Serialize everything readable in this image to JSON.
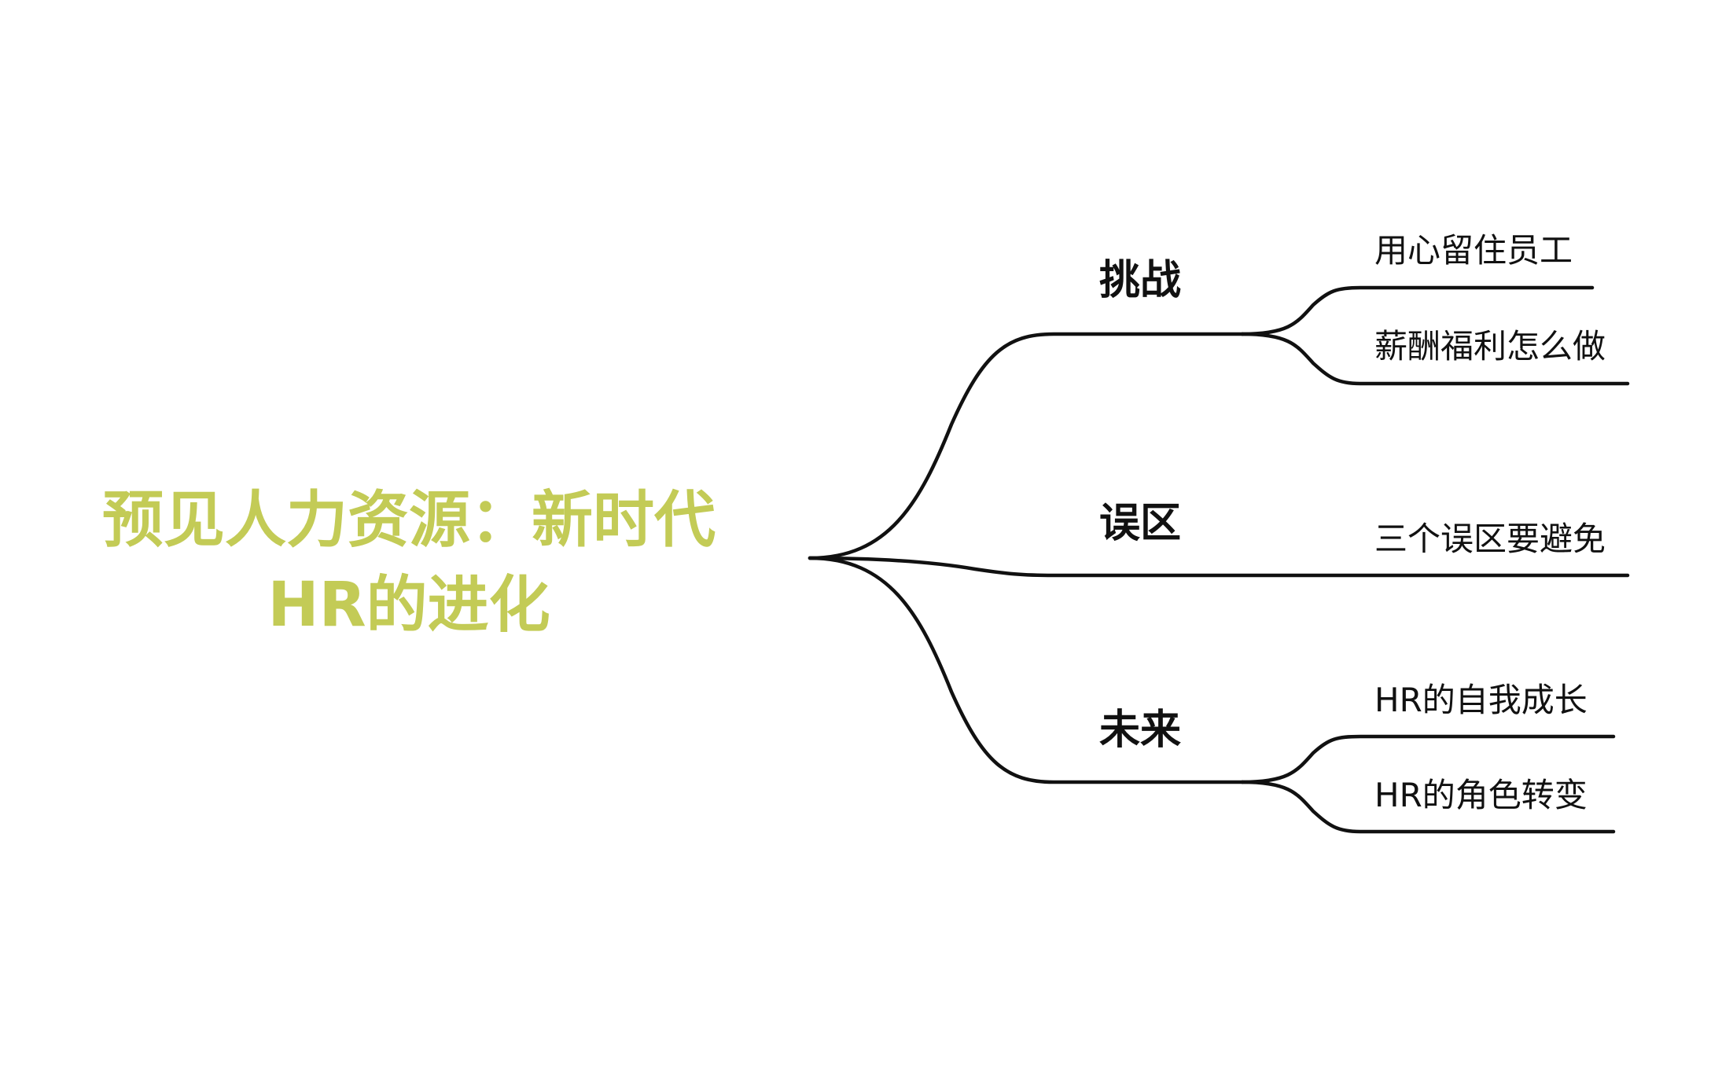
{
  "colors": {
    "title": "#c3cb56",
    "line": "#111111",
    "text": "#111111",
    "background": "#ffffff"
  },
  "root": {
    "title_line1": "预见人力资源：新时代",
    "title_line2": "HR的进化"
  },
  "branches": [
    {
      "label": "挑战",
      "children": [
        "用心留住员工",
        "薪酬福利怎么做"
      ]
    },
    {
      "label": "误区",
      "children": [
        "三个误区要避免"
      ]
    },
    {
      "label": "未来",
      "children": [
        "HR的自我成长",
        "HR的角色转变"
      ]
    }
  ]
}
